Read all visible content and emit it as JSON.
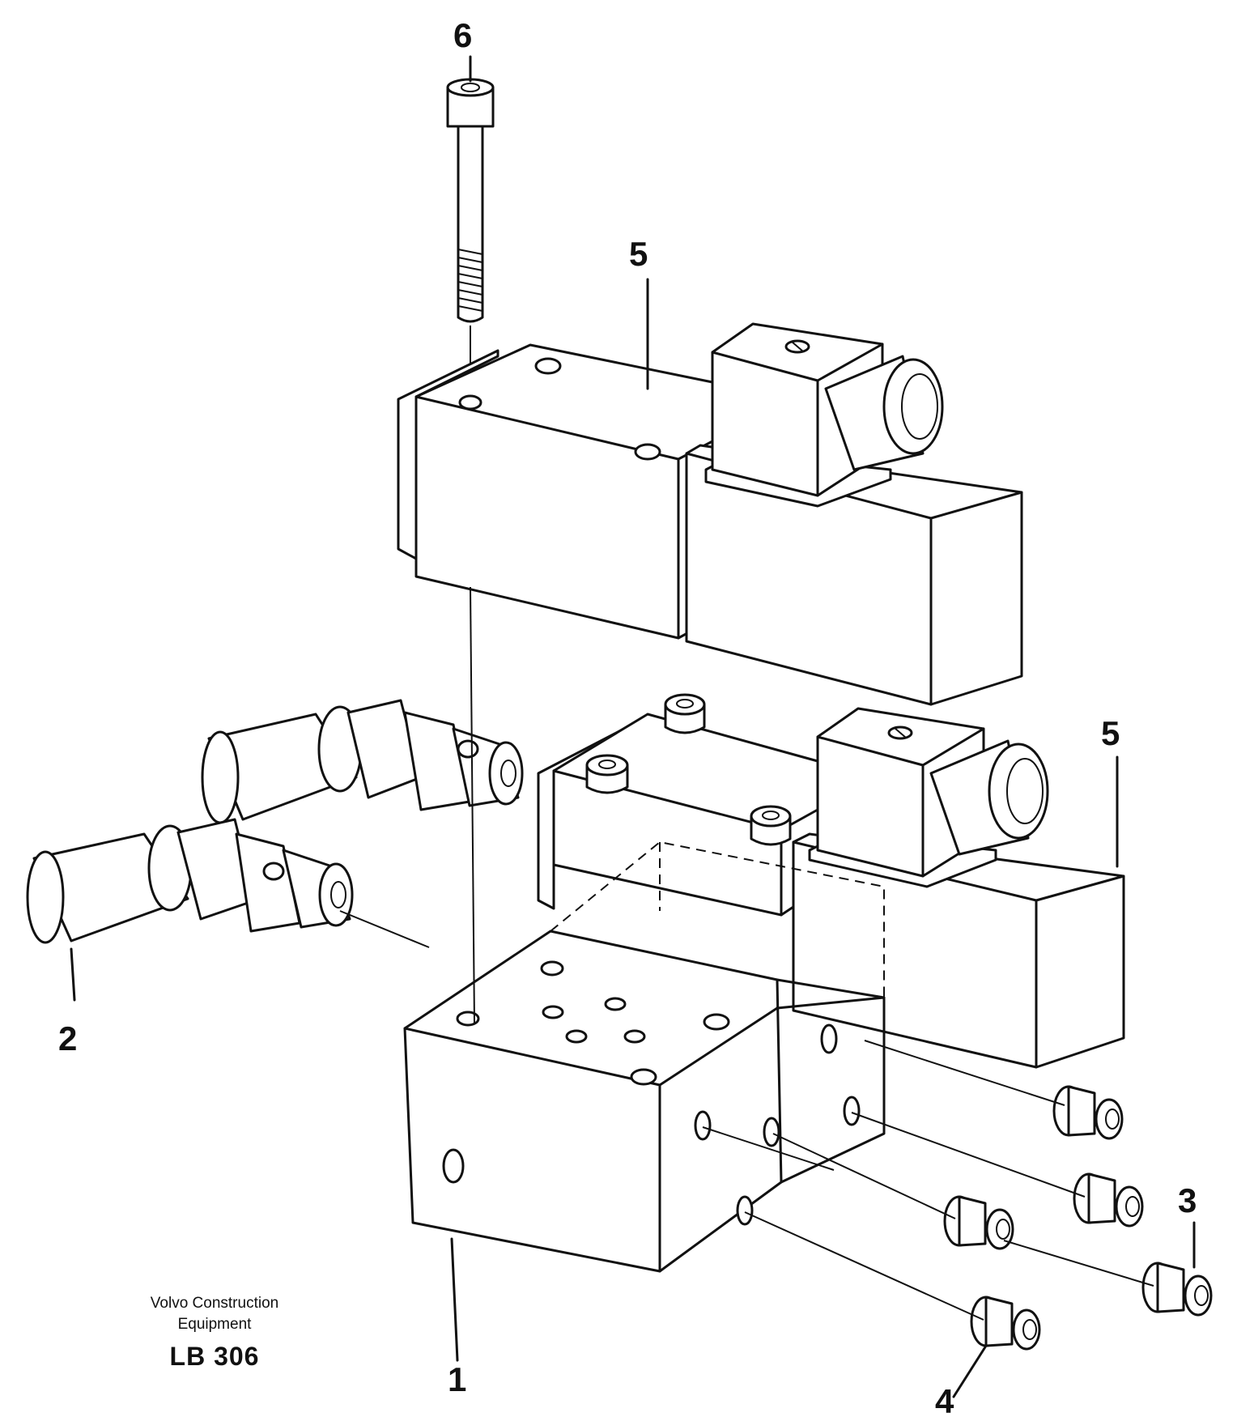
{
  "callouts": [
    {
      "id": "part-1",
      "label": "1"
    },
    {
      "id": "part-2",
      "label": "2"
    },
    {
      "id": "part-3",
      "label": "3"
    },
    {
      "id": "part-4",
      "label": "4"
    },
    {
      "id": "part-5a",
      "label": "5"
    },
    {
      "id": "part-5b",
      "label": "5"
    },
    {
      "id": "part-6",
      "label": "6"
    }
  ],
  "caption": {
    "line1": "Volvo Construction",
    "line2": "Equipment",
    "code": "LB 306"
  }
}
